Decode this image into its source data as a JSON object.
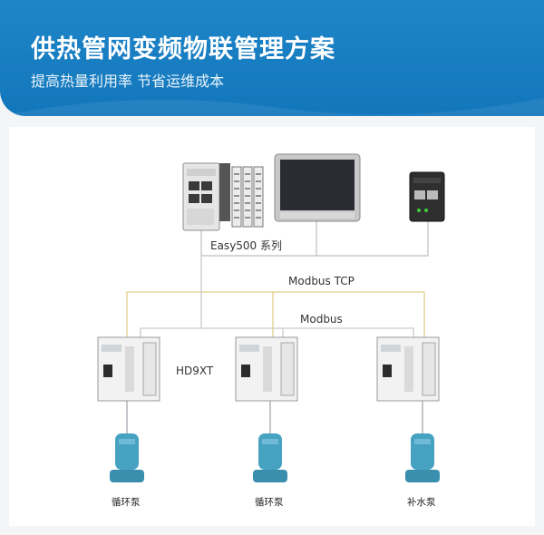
{
  "header": {
    "title": "供热管网变频物联管理方案",
    "subtitle": "提高热量利用率  节省运维成本"
  },
  "diagram": {
    "controller_label": "Easy500 系列",
    "bus_tcp_label": "Modbus TCP",
    "bus_modbus_label": "Modbus",
    "drive_label": "HD9XT",
    "pumps": [
      {
        "label": "循环泵"
      },
      {
        "label": "循环泵"
      },
      {
        "label": "补水泵"
      }
    ],
    "colors": {
      "header_blue": "#1a7fc3",
      "tcp_line": "#e0cf8a",
      "modbus_line": "#c9c9c9",
      "pump_blue": "#47a2c2"
    }
  }
}
